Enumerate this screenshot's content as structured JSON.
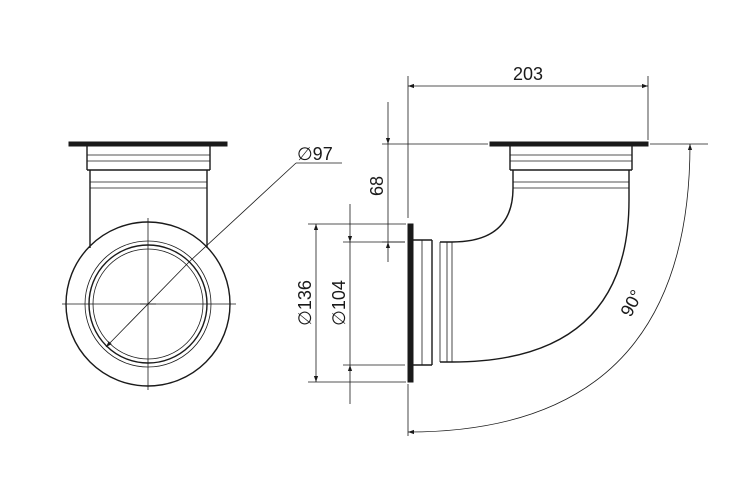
{
  "dimensions": {
    "pipe_diameter": "∅97",
    "width_overall": "203",
    "height_offset": "68",
    "flange_diameter": "∅136",
    "bore_diameter": "∅104",
    "bend_angle": "90°"
  }
}
